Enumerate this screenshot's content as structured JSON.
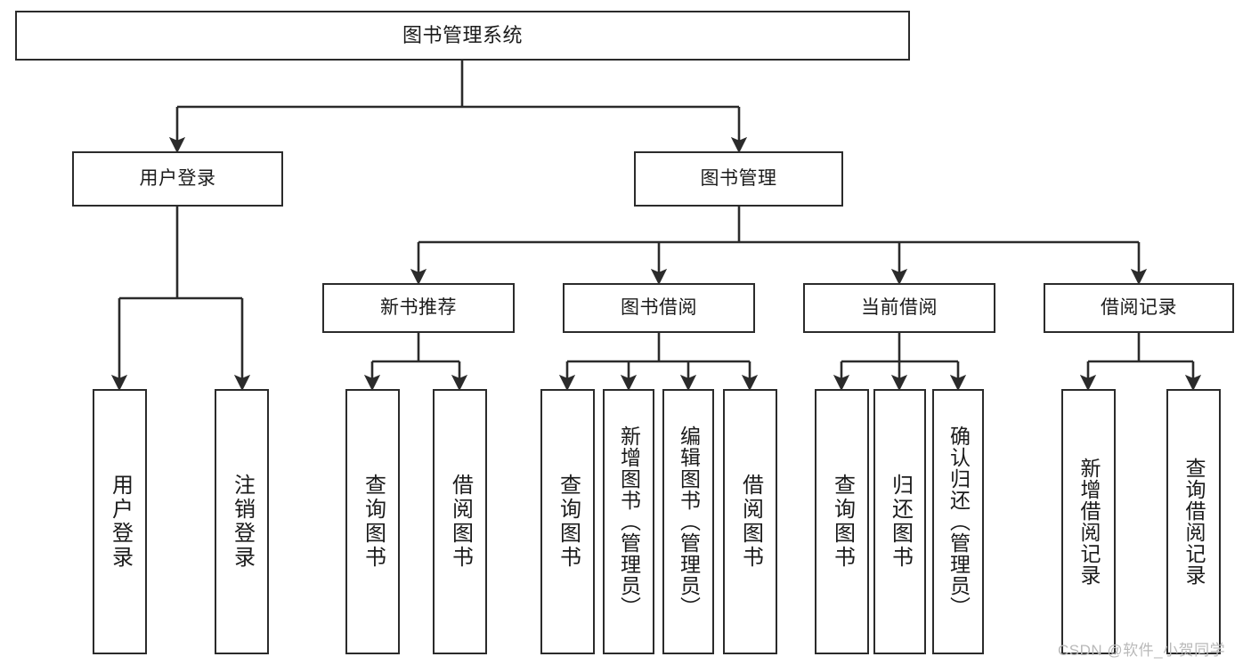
{
  "diagram": {
    "title": "图书管理系统",
    "type": "function-structure-tree",
    "watermark": "CSDN @软件_小贺同学",
    "colors": {
      "background": "#ffffff",
      "box_border": "#2b2b2b",
      "connector": "#2b2b2b",
      "text": "#1b1b1b",
      "watermark": "#b9b9b9"
    },
    "nodes": {
      "root": {
        "label": "图书管理系统"
      },
      "tier1": [
        {
          "id": "user-login",
          "label": "用户登录"
        },
        {
          "id": "book-management",
          "label": "图书管理"
        }
      ],
      "tier2": [
        {
          "id": "new-book-recommend",
          "label": "新书推荐"
        },
        {
          "id": "book-borrow",
          "label": "图书借阅"
        },
        {
          "id": "current-borrow",
          "label": "当前借阅"
        },
        {
          "id": "borrow-record",
          "label": "借阅记录"
        }
      ],
      "leaves": {
        "user-login": [
          {
            "id": "user-login-leaf",
            "label": "用户登录"
          },
          {
            "id": "user-logout-leaf",
            "label": "注销登录"
          }
        ],
        "new-book-recommend": [
          {
            "id": "query-book-recommend",
            "label": "查询图书"
          },
          {
            "id": "borrow-book-recommend",
            "label": "借阅图书"
          }
        ],
        "book-borrow": [
          {
            "id": "query-book-borrow",
            "label": "查询图书"
          },
          {
            "id": "add-book-admin",
            "label": "新增图书（管理员）"
          },
          {
            "id": "edit-book-admin",
            "label": "编辑图书（管理员）"
          },
          {
            "id": "borrow-book",
            "label": "借阅图书"
          }
        ],
        "current-borrow": [
          {
            "id": "query-book-current",
            "label": "查询图书"
          },
          {
            "id": "return-book",
            "label": "归还图书"
          },
          {
            "id": "confirm-return-admin",
            "label": "确认归还（管理员）"
          }
        ],
        "borrow-record": [
          {
            "id": "add-borrow-record",
            "label": "新增借阅记录"
          },
          {
            "id": "query-borrow-record",
            "label": "查询借阅记录"
          }
        ]
      }
    }
  }
}
